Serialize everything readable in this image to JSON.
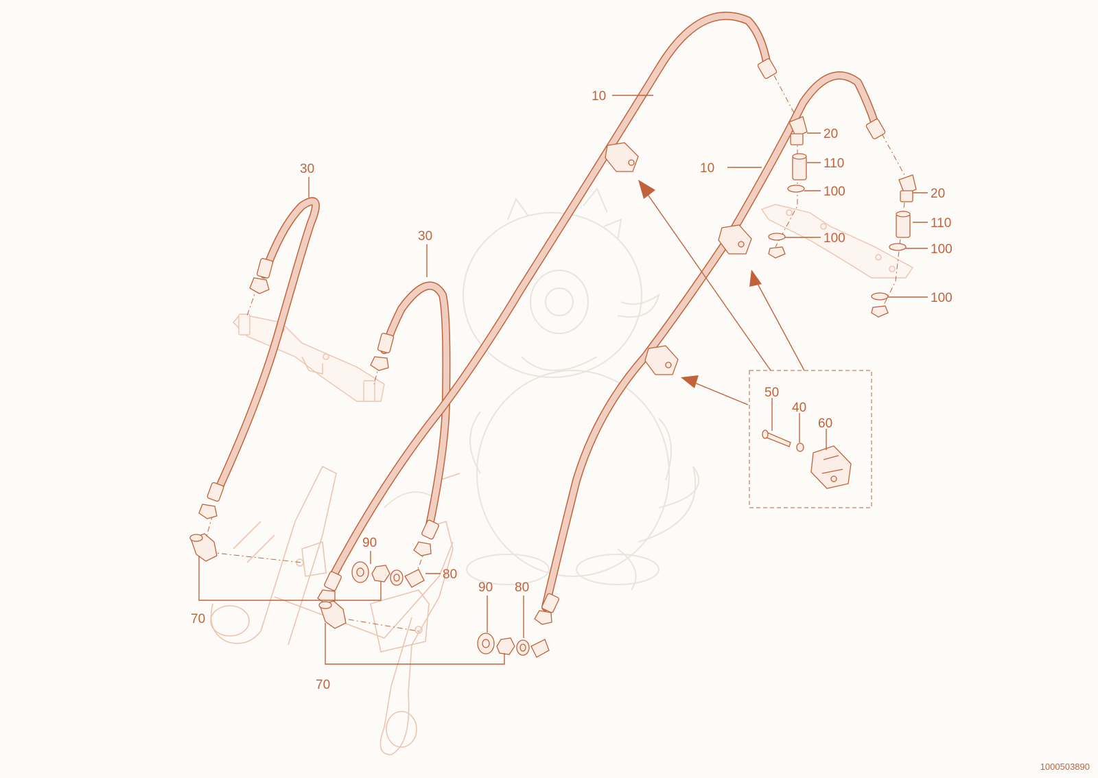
{
  "callouts": {
    "c10a": "10",
    "c10b": "10",
    "c20a": "20",
    "c20b": "20",
    "c30a": "30",
    "c30b": "30",
    "c40": "40",
    "c50": "50",
    "c60": "60",
    "c70a": "70",
    "c70b": "70",
    "c80a": "80",
    "c80b": "80",
    "c90a": "90",
    "c90b": "90",
    "c100a": "100",
    "c100b": "100",
    "c100c": "100",
    "c100d": "100",
    "c110a": "110",
    "c110b": "110"
  },
  "document_number": "1000503890",
  "colors": {
    "line": "#c2623a",
    "hose_fill": "#f1cfc0",
    "ghost_frame": "#eec4b1",
    "background": "#fcfbf8"
  }
}
